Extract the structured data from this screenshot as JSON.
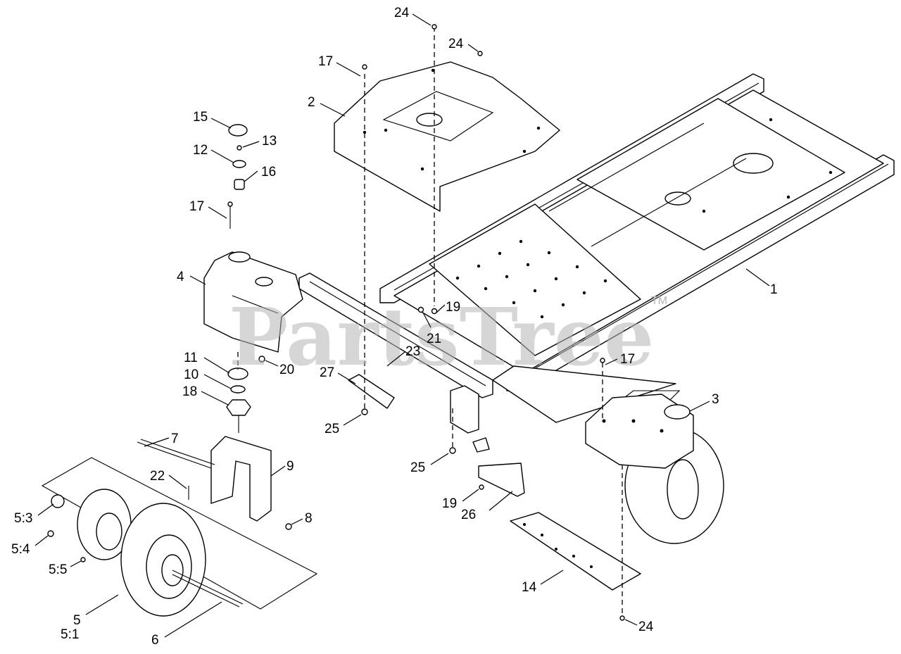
{
  "watermark": {
    "text": "PartsTree",
    "trademark": "TM"
  },
  "callouts": [
    "24",
    "24",
    "17",
    "2",
    "15",
    "13",
    "12",
    "16",
    "17",
    "1",
    "4",
    "21",
    "19",
    "11",
    "20",
    "23",
    "10",
    "27",
    "18",
    "17",
    "3",
    "25",
    "7",
    "9",
    "25",
    "22",
    "19",
    "26",
    "8",
    "5:3",
    "5:4",
    "14",
    "5:5",
    "5",
    "5:1",
    "6",
    "24"
  ]
}
